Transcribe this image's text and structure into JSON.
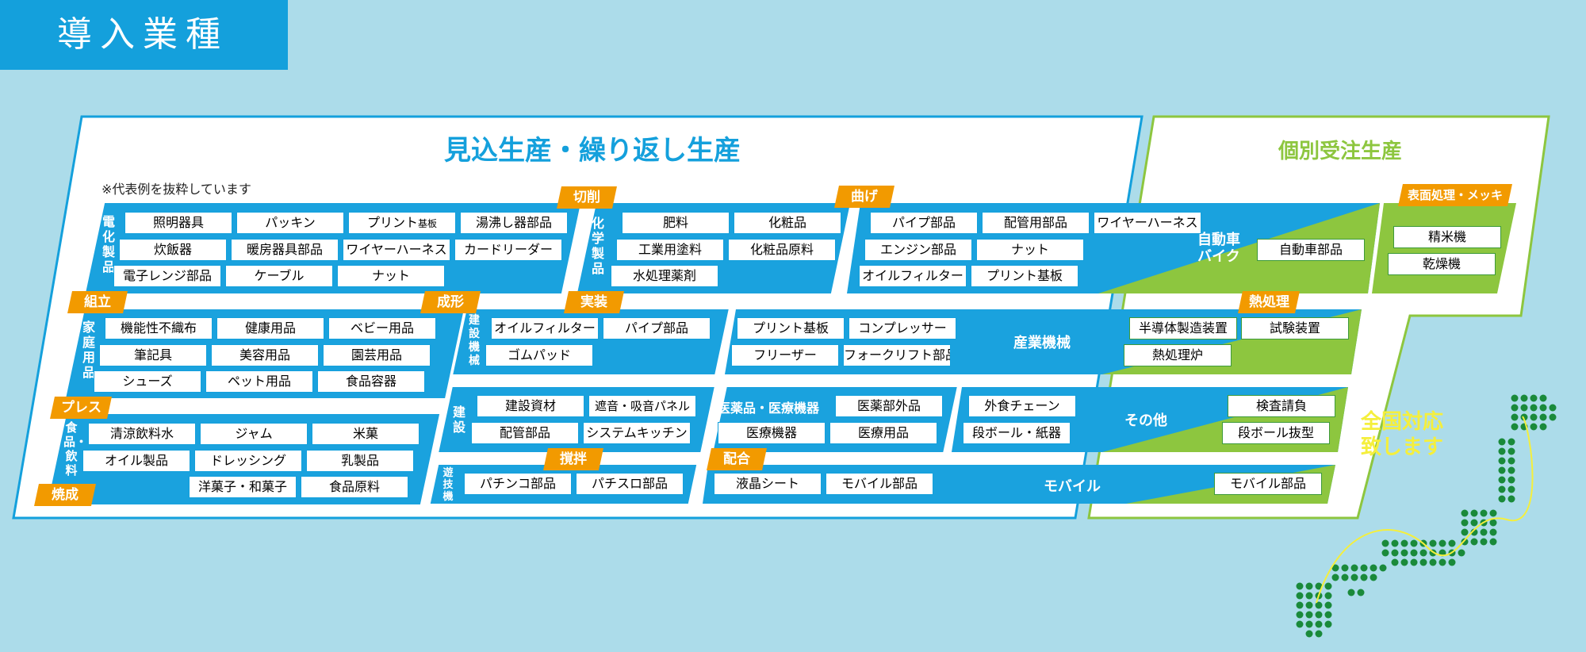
{
  "header": "導入業種",
  "titles": {
    "mikomi": "見込生産・繰り返し生産",
    "kobetsu": "個別受注生産"
  },
  "note": "※代表例を抜粋しています",
  "japan": {
    "line1": "全国対応",
    "line2": "致します"
  },
  "tags": {
    "setsudan": "切削",
    "mage": "曲げ",
    "hyomen": "表面処理・メッキ",
    "kumitate": "組立",
    "seikei": "成形",
    "jisso": "実装",
    "netsu": "熱処理",
    "press": "プレス",
    "kakuhan": "撹拌",
    "haigo": "配合",
    "shosei": "焼成"
  },
  "cats": {
    "denka": {
      "label": "電化製品",
      "items": [
        "照明器具",
        "パッキン",
        "プリント",
        "湯沸し器部品",
        "炊飯器",
        "暖房器具部品",
        "ワイヤーハーネス",
        "カードリーダー",
        "電子レンジ部品",
        "ケーブル",
        "ナット"
      ],
      "note": "基板"
    },
    "kagaku": {
      "label": "化学製品",
      "items": [
        "肥料",
        "化粧品",
        "工業用塗料",
        "化粧品原料",
        "水処理薬剤"
      ]
    },
    "jidosha": {
      "label": "自動車バイク",
      "line1": "自動車",
      "line2": "バイク",
      "items": [
        "パイプ部品",
        "配管用部品",
        "ワイヤーハーネス",
        "エンジン部品",
        "ナット",
        "オイルフィルター",
        "プリント基板",
        "自動車部品"
      ]
    },
    "hyomen": {
      "items": [
        "精米機",
        "乾燥機"
      ]
    },
    "katei": {
      "label": "家庭用品",
      "items": [
        "機能性不織布",
        "健康用品",
        "ベビー用品",
        "筆記具",
        "美容用品",
        "園芸用品",
        "シューズ",
        "ペット用品",
        "食品容器"
      ]
    },
    "kensetsukikai": {
      "label": "建設機械",
      "items": [
        "オイルフィルター",
        "パイプ部品",
        "ゴムパッド"
      ]
    },
    "sangyo": {
      "label": "産業機械",
      "items": [
        "プリント基板",
        "コンプレッサー",
        "フリーザー",
        "フォークリフト部品",
        "半導体製造装置",
        "試験装置",
        "熱処理炉"
      ]
    },
    "shokuhin": {
      "label": "食品・飲料",
      "items": [
        "清涼飲料水",
        "ジャム",
        "米菓",
        "オイル製品",
        "ドレッシング",
        "乳製品",
        "洋菓子・和菓子",
        "食品原料"
      ]
    },
    "kensetsu": {
      "label": "建設",
      "items": [
        "建設資材",
        "遮音・吸音パネル",
        "配管部品",
        "システムキッチン"
      ]
    },
    "iyaku": {
      "label": "医薬品・医療機器",
      "items": [
        "医薬部外品",
        "医療機器",
        "医療用品"
      ]
    },
    "sonota": {
      "label": "その他",
      "items": [
        "外食チェーン",
        "段ボール・紙器",
        "検査請負",
        "段ボール抜型"
      ]
    },
    "yugi": {
      "label": "遊技機",
      "items": [
        "パチンコ部品",
        "パチスロ部品"
      ]
    },
    "mobile": {
      "label": "モバイル",
      "items": [
        "液晶シート",
        "モバイル部品",
        "モバイル部品"
      ]
    }
  },
  "colors": {
    "blue": "#1aa2de",
    "green": "#8dc63f",
    "orange": "#f29a00",
    "bg": "#acdcea",
    "map": "#1a8a3a",
    "mapLine": "#f5ef3c"
  }
}
